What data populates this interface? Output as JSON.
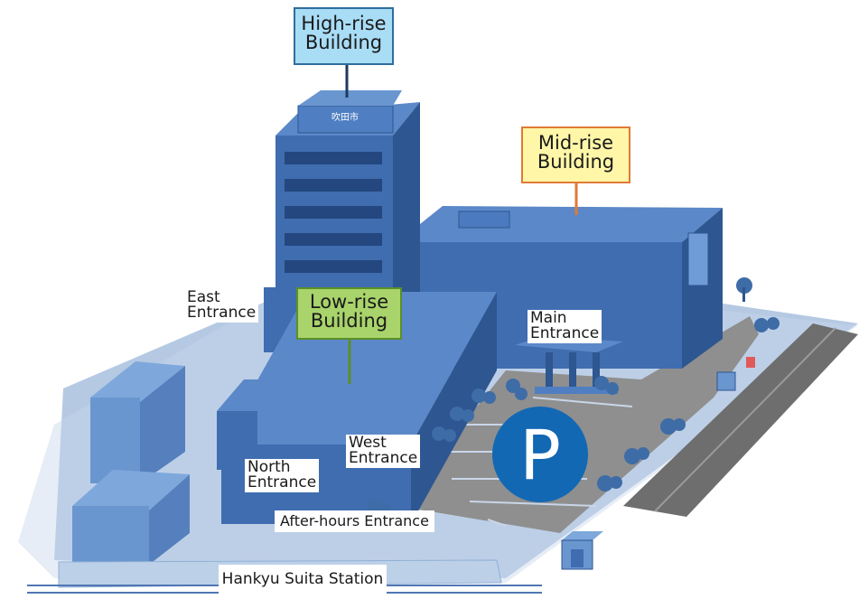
{
  "labels": {
    "high_rise": [
      "High-rise",
      "Building"
    ],
    "mid_rise": [
      "Mid-rise",
      "Building"
    ],
    "low_rise": [
      "Low-rise",
      "Building"
    ],
    "east_entrance": [
      "East",
      "Entrance"
    ],
    "main_entrance": [
      "Main",
      "Entrance"
    ],
    "west_entrance": [
      "West",
      "Entrance"
    ],
    "north_entrance": [
      "North",
      "Entrance"
    ],
    "after_hours_entrance": "After-hours Entrance",
    "station": "Hankyu Suita Station",
    "parking": "P",
    "building_sign": "吹田市"
  },
  "colors": {
    "high_rise_box": "#a9dcf5",
    "high_rise_border": "#2f6e9c",
    "mid_rise_box": "#fff6a8",
    "mid_rise_border": "#e07a35",
    "low_rise_box": "#a9d36b",
    "low_rise_border": "#5a8f28",
    "building_front": "#3f6db0",
    "building_top": "#5b88c8",
    "building_side": "#2e5690",
    "ground": "#a8c0de",
    "road": "#6e6e6e",
    "parking_circle": "#1368b4",
    "tree": "#3e6ca7"
  }
}
